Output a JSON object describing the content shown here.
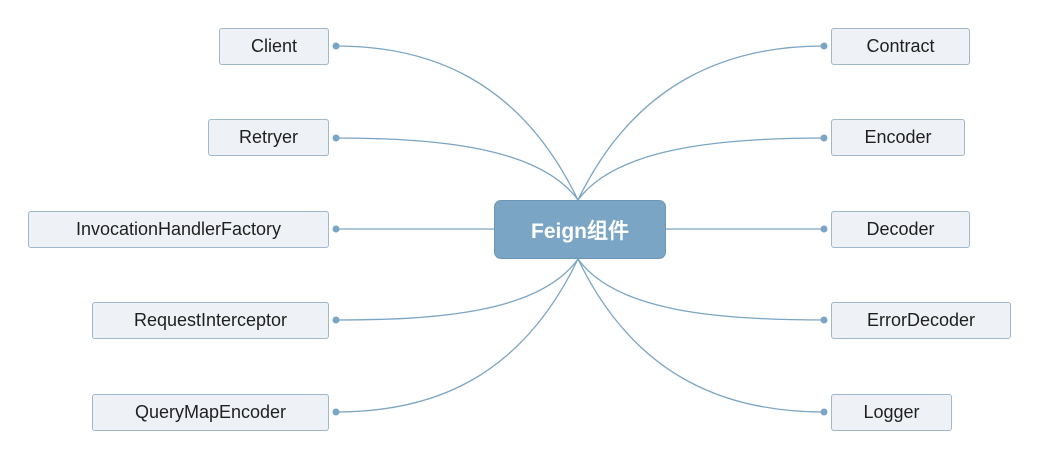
{
  "center": {
    "label": "Feign组件"
  },
  "left_nodes": [
    {
      "label": "Client"
    },
    {
      "label": "Retryer"
    },
    {
      "label": "InvocationHandlerFactory"
    },
    {
      "label": "RequestInterceptor"
    },
    {
      "label": "QueryMapEncoder"
    }
  ],
  "right_nodes": [
    {
      "label": "Contract"
    },
    {
      "label": "Encoder"
    },
    {
      "label": "Decoder"
    },
    {
      "label": "ErrorDecoder"
    },
    {
      "label": "Logger"
    }
  ],
  "colors": {
    "center_fill": "#7aa5c4",
    "node_fill": "#eef2f6",
    "node_border": "#9fb8cc",
    "link": "#7aa5c4"
  }
}
